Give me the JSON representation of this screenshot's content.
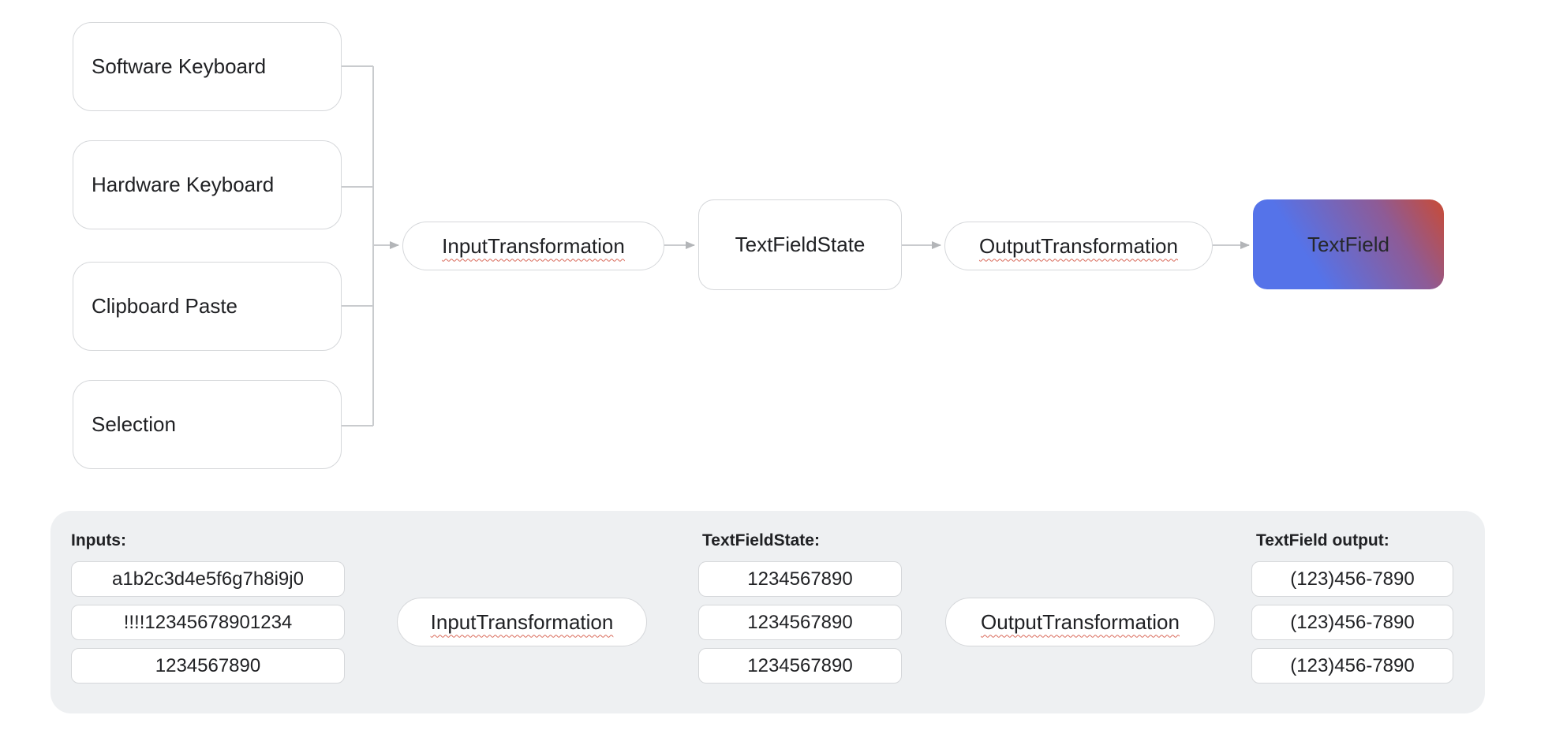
{
  "top": {
    "sources": [
      {
        "label": "Software Keyboard"
      },
      {
        "label": "Hardware Keyboard"
      },
      {
        "label": "Clipboard Paste"
      },
      {
        "label": "Selection"
      }
    ],
    "input_transformation": "InputTransformation",
    "state": "TextFieldState",
    "output_transformation": "OutputTransformation",
    "textfield": "TextField"
  },
  "bottom": {
    "inputs_label": "Inputs:",
    "inputs": [
      "a1b2c3d4e5f6g7h8i9j0",
      "!!!!12345678901234",
      "1234567890"
    ],
    "input_transformation": "InputTransformation",
    "state_label": "TextFieldState:",
    "states": [
      "1234567890",
      "1234567890",
      "1234567890"
    ],
    "output_transformation": "OutputTransformation",
    "output_label": "TextField output:",
    "outputs": [
      "(123)456-7890",
      "(123)456-7890",
      "(123)456-7890"
    ]
  },
  "colors": {
    "gradient_blue": "#5573e9",
    "gradient_purple": "#8e5b96",
    "gradient_red": "#c94b35",
    "squiggle_red": "#d96a5a",
    "panel_bg": "#eef0f2",
    "box_border": "#d5d7da",
    "connector_line": "#c9cbce",
    "arrowhead": "#b3b5b8",
    "text": "#202124"
  }
}
